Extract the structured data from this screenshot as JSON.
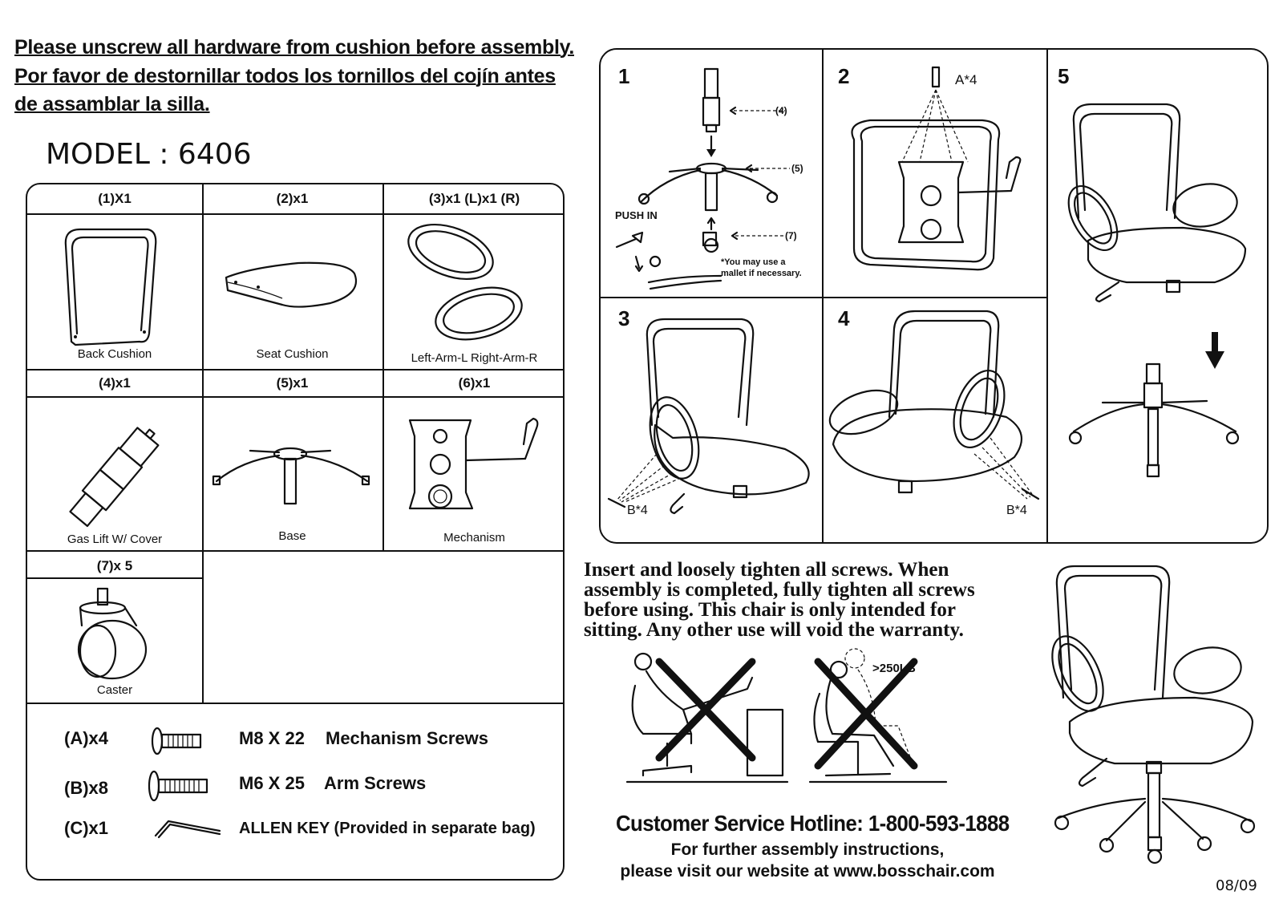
{
  "header": {
    "warning_line1": "Please unscrew all hardware from cushion before assembly.",
    "warning_line2": "Por favor de destornillar todos los tornillos del cojín antes",
    "warning_line3": "de assamblar la silla.",
    "model": "MODEL : 6406"
  },
  "parts": [
    {
      "qty": "(1)X1",
      "name": "Back Cushion",
      "icon": "back-cushion-icon"
    },
    {
      "qty": "(2)x1",
      "name": "Seat Cushion",
      "icon": "seat-cushion-icon"
    },
    {
      "qty": "(3)x1 (L)x1 (R)",
      "name": "Left-Arm-L Right-Arm-R",
      "icon": "arm-pads-icon"
    },
    {
      "qty": "(4)x1",
      "name": "Gas Lift W/ Cover",
      "icon": "gas-lift-icon"
    },
    {
      "qty": "(5)x1",
      "name": "Base",
      "icon": "base-icon"
    },
    {
      "qty": "(6)x1",
      "name": "Mechanism",
      "icon": "mechanism-icon"
    },
    {
      "qty": "(7)x 5",
      "name": "Caster",
      "icon": "caster-icon"
    }
  ],
  "hardware": [
    {
      "code": "(A)x4",
      "size": "M8 X 22",
      "desc": "Mechanism Screws",
      "icon": "mechanism-screw-icon"
    },
    {
      "code": "(B)x8",
      "size": "M6 X 25",
      "desc": "Arm Screws",
      "icon": "arm-screw-icon"
    },
    {
      "code": "(C)x1",
      "size": "ALLEN KEY (Provided in separate bag)",
      "desc": "",
      "icon": "allen-key-icon"
    }
  ],
  "steps": {
    "s1": {
      "num": "1",
      "label4": "(4)",
      "label5": "(5)",
      "label7": "(7)",
      "push_in": "PUSH IN",
      "mallet_note_1": "*You may use a",
      "mallet_note_2": "mallet if necessary."
    },
    "s2": {
      "num": "2",
      "screw_label": "A*4"
    },
    "s3": {
      "num": "3",
      "screw_label": "B*4"
    },
    "s4": {
      "num": "4",
      "screw_label": "B*4"
    },
    "s5": {
      "num": "5"
    }
  },
  "notice": {
    "line1": "Insert and loosely tighten all screws. When",
    "line2": "assembly is completed, fully tighten all screws",
    "line3": "before using. This chair is only intended for",
    "line4": "sitting. Any other use will void the warranty.",
    "weight_limit": ">250LB"
  },
  "footer": {
    "hotline": "Customer Service Hotline: 1-800-593-1888",
    "further1": "For further assembly instructions,",
    "further2": "please visit our website at www.bosschair.com",
    "date": "08/09"
  }
}
